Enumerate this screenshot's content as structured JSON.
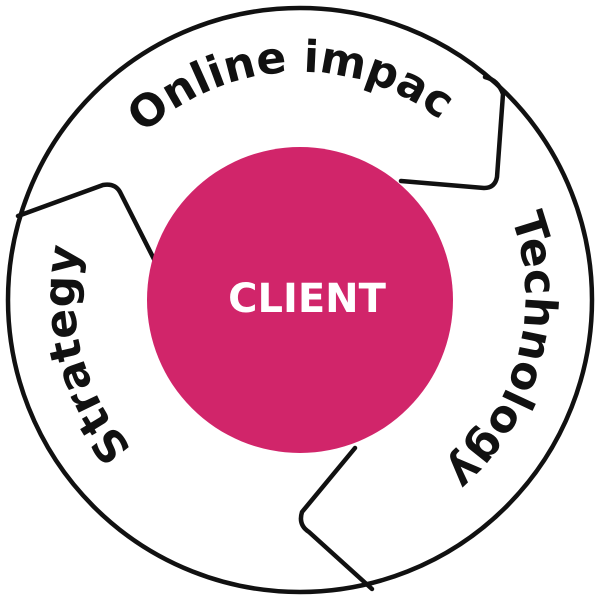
{
  "center": {
    "label": "CLIENT",
    "color": "#D1256A"
  },
  "segments": [
    {
      "label": "Online impact"
    },
    {
      "label": "Technology"
    },
    {
      "label": "Strategy"
    }
  ],
  "colors": {
    "outline": "#111111",
    "background": "#FFFFFF",
    "center_text": "#FFFFFF"
  }
}
